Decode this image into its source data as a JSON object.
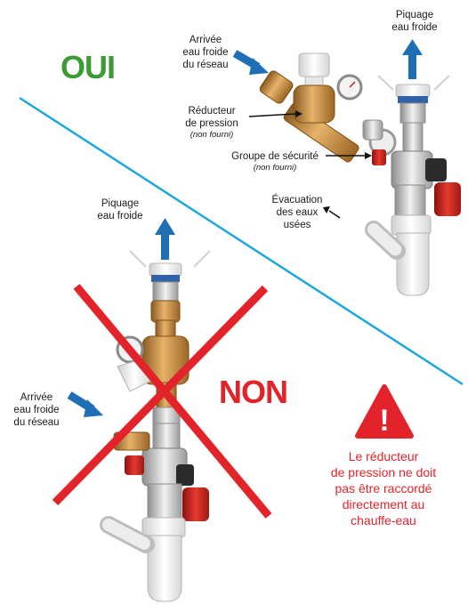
{
  "yes": {
    "heading": "OUI",
    "heading_color": "#3d9a35",
    "labels": {
      "inlet": [
        "Arrivée",
        "eau froide",
        "du réseau"
      ],
      "reducer": [
        "Réducteur",
        "de pression",
        "(non fourni)"
      ],
      "safety_group": [
        "Groupe de sécurité",
        "(non fourni)"
      ],
      "outlet": [
        "Piquage",
        "eau froide"
      ],
      "drain": [
        "Évacuation",
        "des eaux",
        "usées"
      ]
    }
  },
  "no": {
    "heading": "NON",
    "heading_color": "#e2242a",
    "labels": {
      "outlet": [
        "Piquage",
        "eau froide"
      ],
      "inlet": [
        "Arrivée",
        "eau froide",
        "du réseau"
      ]
    }
  },
  "warning": {
    "icon": "warning-triangle-icon",
    "symbol": "!",
    "lines": [
      "Le réducteur",
      "de pression ne doit",
      "pas être raccordé",
      "directement au",
      "chauffe-eau"
    ],
    "color": "#e2242a"
  },
  "colors": {
    "divider": "#1ea7dc",
    "arrow_blue": "#1f6fb5",
    "cross": "#e2242a"
  }
}
